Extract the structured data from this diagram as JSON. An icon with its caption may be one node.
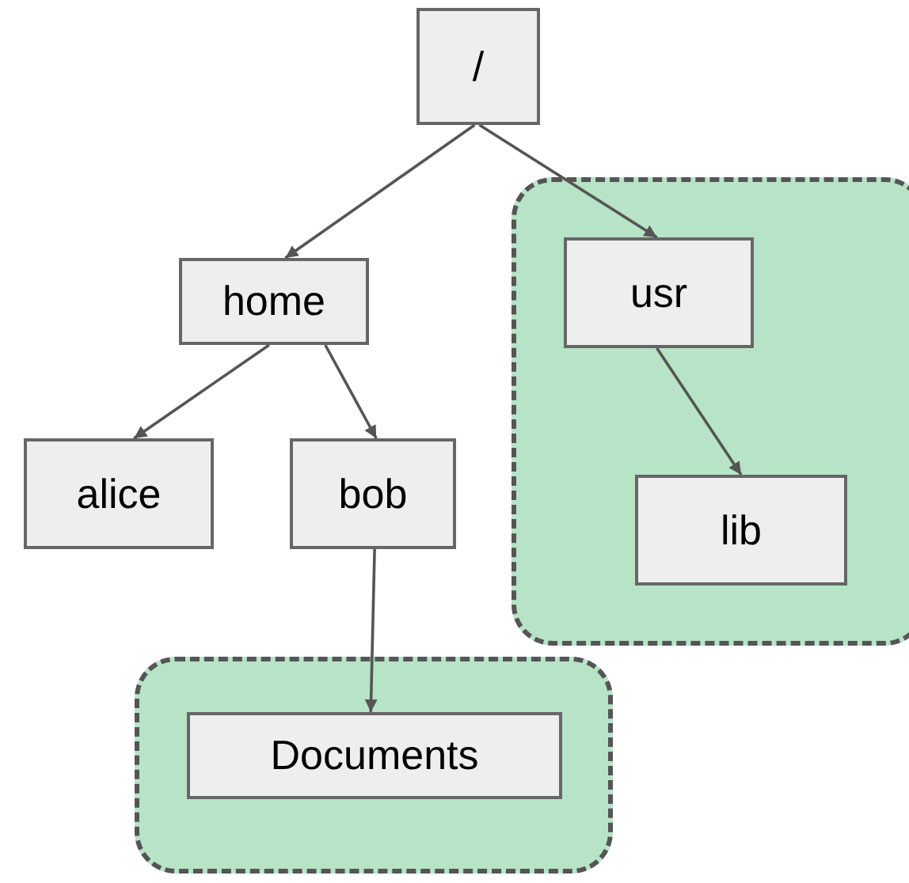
{
  "diagram": {
    "nodes": [
      {
        "text": [
          "/"
        ]
      },
      {
        "text": [
          "home"
        ]
      },
      {
        "text": [],
        "shape": "box"
      },
      {
        "text": [
          "usr"
        ],
        "in": 2
      },
      {
        "text": [
          "alice"
        ]
      },
      {
        "text": [
          "bob"
        ]
      },
      {
        "text": [
          "lib"
        ],
        "in": 2
      },
      {
        "text": [],
        "shape": "box"
      },
      {
        "text": [
          "Documents"
        ],
        "in": 7
      }
    ],
    "edges": [
      {
        "from": 0,
        "to": 1,
        "arrow": "to"
      },
      {
        "from": 0,
        "to": 3,
        "arrow": "to"
      },
      {
        "from": 1,
        "to": 4,
        "arrow": "to"
      },
      {
        "from": 1,
        "to": 5,
        "arrow": "to"
      },
      {
        "from": 3,
        "to": 6,
        "arrow": "to"
      },
      {
        "from": 5,
        "to": 8,
        "arrow": "to"
      }
    ]
  }
}
